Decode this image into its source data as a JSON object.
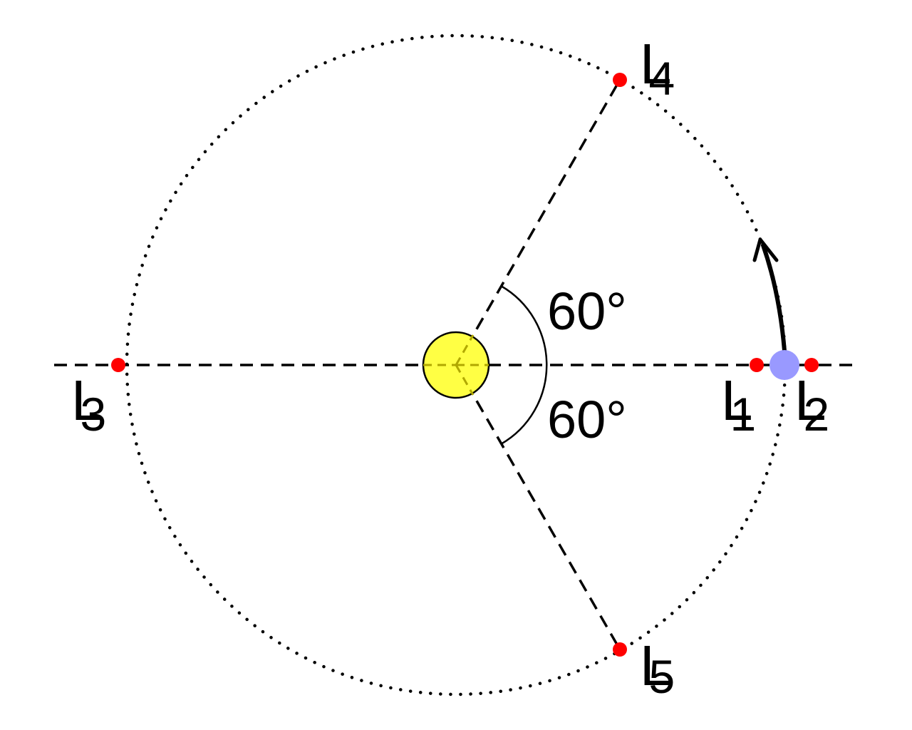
{
  "points": {
    "l1": {
      "letter": "L",
      "index": "1"
    },
    "l2": {
      "letter": "L",
      "index": "2"
    },
    "l3": {
      "letter": "L",
      "index": "3"
    },
    "l4": {
      "letter": "L",
      "index": "4"
    },
    "l5": {
      "letter": "L",
      "index": "5"
    }
  },
  "angles": {
    "upper": "60°",
    "lower": "60°"
  },
  "colors": {
    "star": "#ffff44",
    "planet": "#9999ff",
    "lagrange_point": "#ff0000",
    "lines": "#000000"
  }
}
